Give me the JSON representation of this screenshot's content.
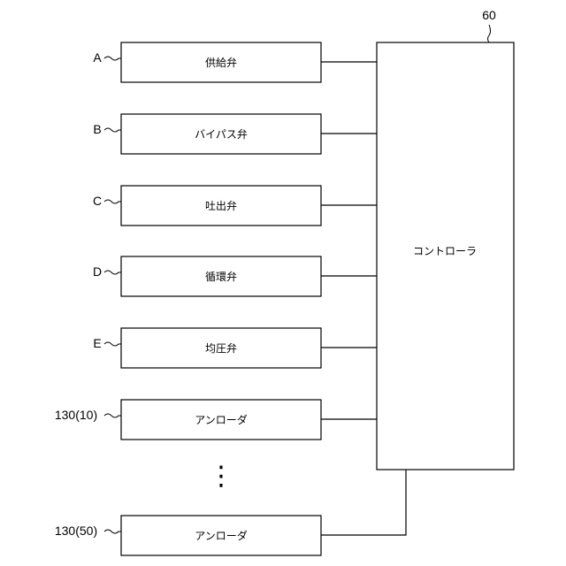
{
  "controller": {
    "ref": "60",
    "label": "コントローラ"
  },
  "components": [
    {
      "ref": "A",
      "label": "供給弁"
    },
    {
      "ref": "B",
      "label": "バイパス弁"
    },
    {
      "ref": "C",
      "label": "吐出弁"
    },
    {
      "ref": "D",
      "label": "循環弁"
    },
    {
      "ref": "E",
      "label": "均圧弁"
    },
    {
      "ref": "130(10)",
      "label": "アンローダ"
    },
    {
      "ref": "130(50)",
      "label": "アンローダ"
    }
  ],
  "ellipsis": "⋮"
}
